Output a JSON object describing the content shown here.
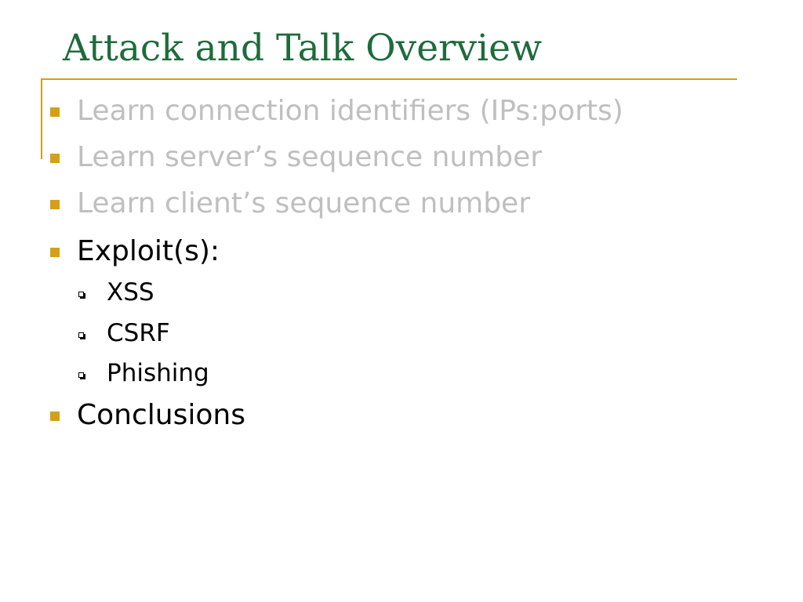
{
  "slide": {
    "title": "Attack and Talk Overview",
    "colors": {
      "title": "#1e6b3c",
      "rule": "#d4a017",
      "bullet_marker": "#d4a017",
      "text_active": "#000000",
      "text_dimmed": "#bfbfbf",
      "sub_marker": "#000000"
    },
    "bullets": [
      {
        "text": "Learn connection identifiers (IPs:ports)",
        "dimmed": true
      },
      {
        "text": "Learn server’s sequence number",
        "dimmed": true
      },
      {
        "text": "Learn client’s sequence number",
        "dimmed": true
      },
      {
        "text": "Exploit(s):",
        "dimmed": false
      },
      {
        "text": "Conclusions",
        "dimmed": false
      }
    ],
    "sub_bullets": [
      {
        "text": "XSS"
      },
      {
        "text": "CSRF"
      },
      {
        "text": "Phishing"
      }
    ]
  }
}
